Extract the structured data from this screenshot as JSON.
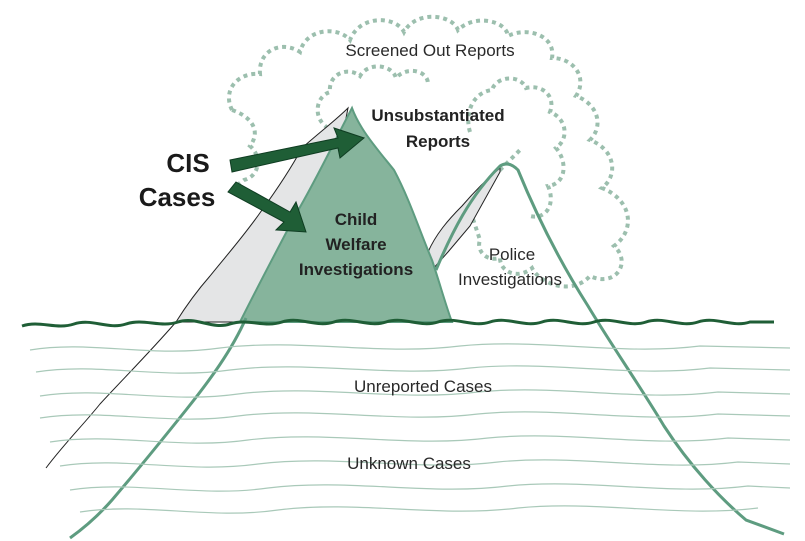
{
  "labels": {
    "screened_out": "Screened Out Reports",
    "unsubstantiated_line1": "Unsubstantiated",
    "unsubstantiated_line2": "Reports",
    "cis_line1": "CIS",
    "cis_line2": "Cases",
    "child_welfare_line1": "Child",
    "child_welfare_line2": "Welfare",
    "child_welfare_line3": "Investigations",
    "police_line1": "Police",
    "police_line2": "Investigations",
    "unreported": "Unreported Cases",
    "unknown": "Unknown Cases"
  },
  "colors": {
    "green_fill": "#86b49c",
    "green_line": "#5e9c80",
    "dark_green": "#1f5e36",
    "cloud_dots": "#9cbfae",
    "grey_fill": "#e4e5e6",
    "water_lines": "#a9c9b9",
    "black_line": "#222222"
  }
}
